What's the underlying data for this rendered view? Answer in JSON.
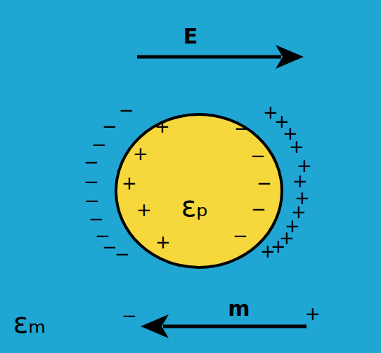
{
  "diagram": {
    "nodes": [
      {
        "text": [
          "εₚ"
        ]
      }
    ],
    "labels": [
      "E",
      "−",
      "−",
      "−",
      "−",
      "−",
      "−",
      "−",
      "−",
      "−",
      "−",
      "+",
      "+",
      "+",
      "+",
      "+",
      "−",
      "−",
      "−",
      "−",
      "−",
      "+",
      "+",
      "+",
      "+",
      "+",
      "+",
      "+",
      "+",
      "+",
      "+",
      "+",
      "+",
      "εₘ",
      "−",
      "m",
      "+"
    ]
  }
}
